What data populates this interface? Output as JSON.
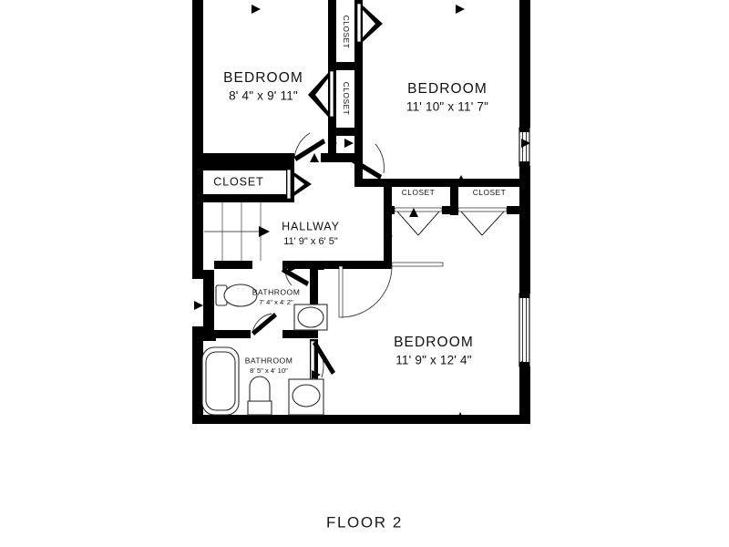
{
  "document": {
    "type": "floor-plan",
    "floor_label": "FLOOR 2",
    "background_color": "#ffffff",
    "wall_color": "#000000",
    "text_color": "#111111"
  },
  "rooms": [
    {
      "id": "bedroom-top-left",
      "name": "BEDROOM",
      "dimensions": "8' 4\" x 9' 11\"",
      "width_ft": "8' 4\"",
      "length_ft": "9' 11\""
    },
    {
      "id": "bedroom-top-right",
      "name": "BEDROOM",
      "dimensions": "11' 10\" x 11' 7\"",
      "width_ft": "11' 10\"",
      "length_ft": "11' 7\""
    },
    {
      "id": "bedroom-bottom-right",
      "name": "BEDROOM",
      "dimensions": "11' 9\" x 12' 4\"",
      "width_ft": "11' 9\"",
      "length_ft": "12' 4\""
    },
    {
      "id": "hallway",
      "name": "HALLWAY",
      "dimensions": "11' 9\" x 6' 5\"",
      "width_ft": "11' 9\"",
      "length_ft": "6' 5\""
    },
    {
      "id": "bathroom-upper",
      "name": "BATHROOM",
      "dimensions": "7' 4\" x 4' 2\"",
      "width_ft": "7' 4\"",
      "length_ft": "4' 2\""
    },
    {
      "id": "bathroom-lower",
      "name": "BATHROOM",
      "dimensions": "8' 5\" x 4' 10\"",
      "width_ft": "8' 5\"",
      "length_ft": "4' 10\""
    }
  ],
  "closets": [
    {
      "id": "closet-top-vertical",
      "label": "CLOSET",
      "orientation": "vertical"
    },
    {
      "id": "closet-second-vertical",
      "label": "CLOSET",
      "orientation": "vertical"
    },
    {
      "id": "closet-hallway-left",
      "label": "CLOSET",
      "orientation": "horizontal"
    },
    {
      "id": "closet-mid-left",
      "label": "CLOSET",
      "orientation": "horizontal"
    },
    {
      "id": "closet-mid-right",
      "label": "CLOSET",
      "orientation": "horizontal"
    }
  ],
  "fixtures": [
    {
      "id": "bathtub",
      "room": "bathroom-lower",
      "type": "bathtub"
    },
    {
      "id": "toilet-lower",
      "room": "bathroom-lower",
      "type": "toilet"
    },
    {
      "id": "sink-lower",
      "room": "bathroom-lower",
      "type": "sink"
    },
    {
      "id": "toilet-upper",
      "room": "bathroom-upper",
      "type": "toilet"
    },
    {
      "id": "sink-upper",
      "room": "bathroom-upper",
      "type": "sink"
    },
    {
      "id": "staircase",
      "room": "hallway",
      "type": "stairs"
    }
  ],
  "windows": [
    {
      "id": "window-right-upper",
      "wall": "right"
    },
    {
      "id": "window-right-lower",
      "wall": "right"
    }
  ]
}
